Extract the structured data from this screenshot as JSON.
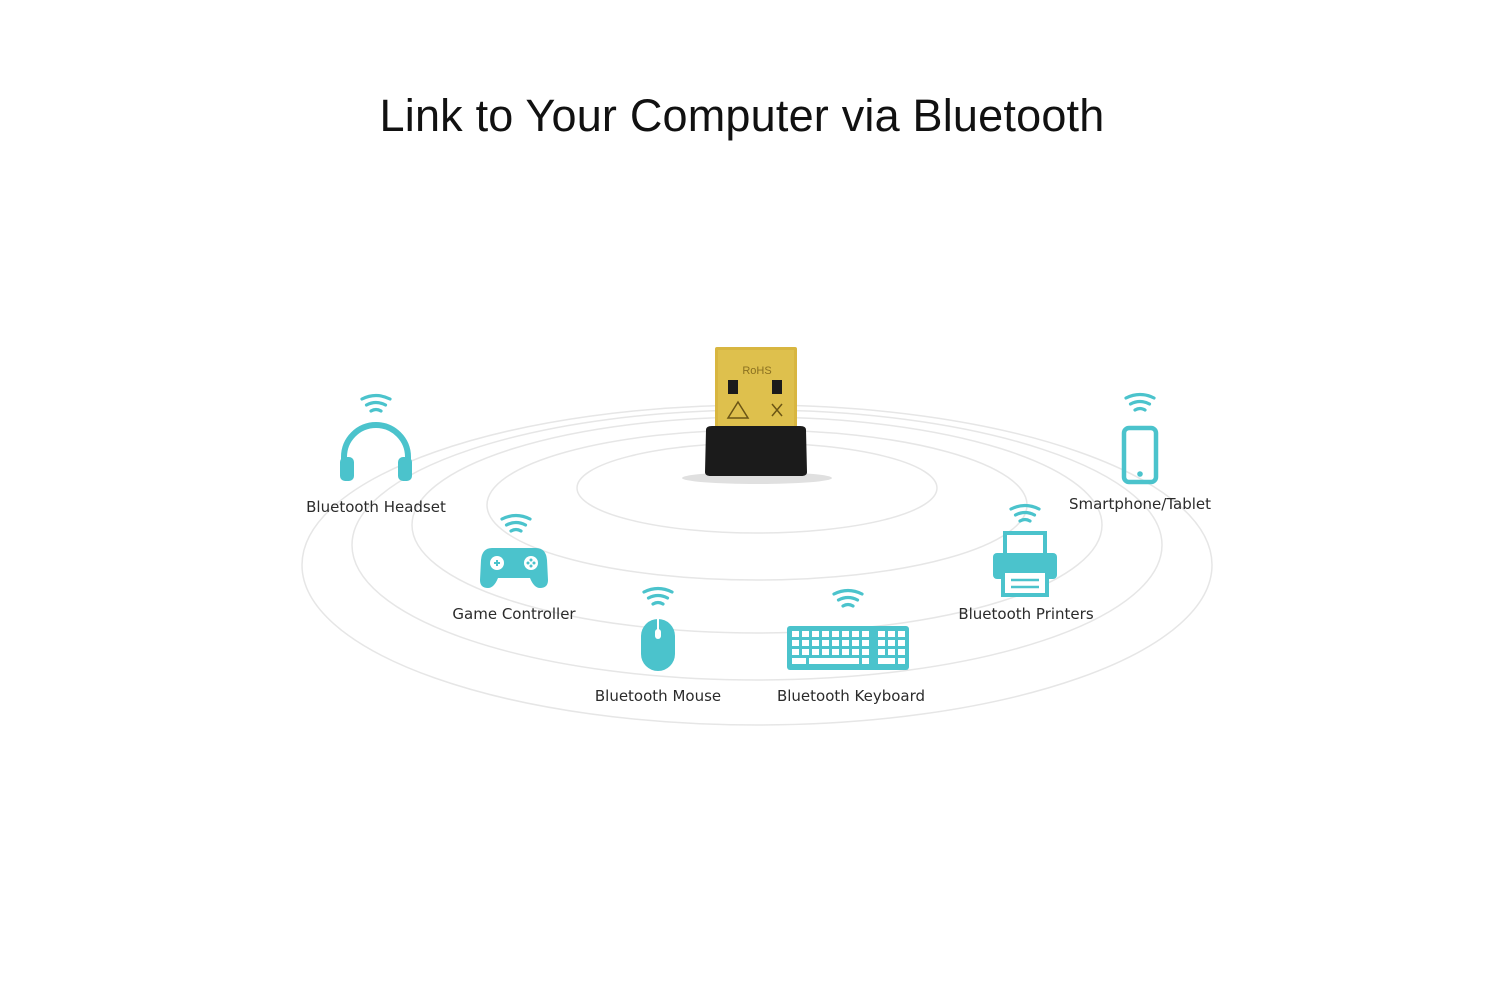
{
  "title": "Link to Your Computer via Bluetooth",
  "colors": {
    "icon": "#4bc3cc",
    "ring": "#e6e6e6",
    "adapter_gold": "#d8b640",
    "adapter_body": "#1b1b1b"
  },
  "adapter": {
    "icon": "usb-bluetooth-adapter",
    "marking": "RoHS"
  },
  "devices": [
    {
      "icon": "headset-icon",
      "label": "Bluetooth Headset"
    },
    {
      "icon": "game-controller-icon",
      "label": "Game Controller"
    },
    {
      "icon": "mouse-icon",
      "label": "Bluetooth Mouse"
    },
    {
      "icon": "keyboard-icon",
      "label": "Bluetooth Keyboard"
    },
    {
      "icon": "printer-icon",
      "label": "Bluetooth Printers"
    },
    {
      "icon": "smartphone-icon",
      "label": "Smartphone/Tablet"
    }
  ]
}
